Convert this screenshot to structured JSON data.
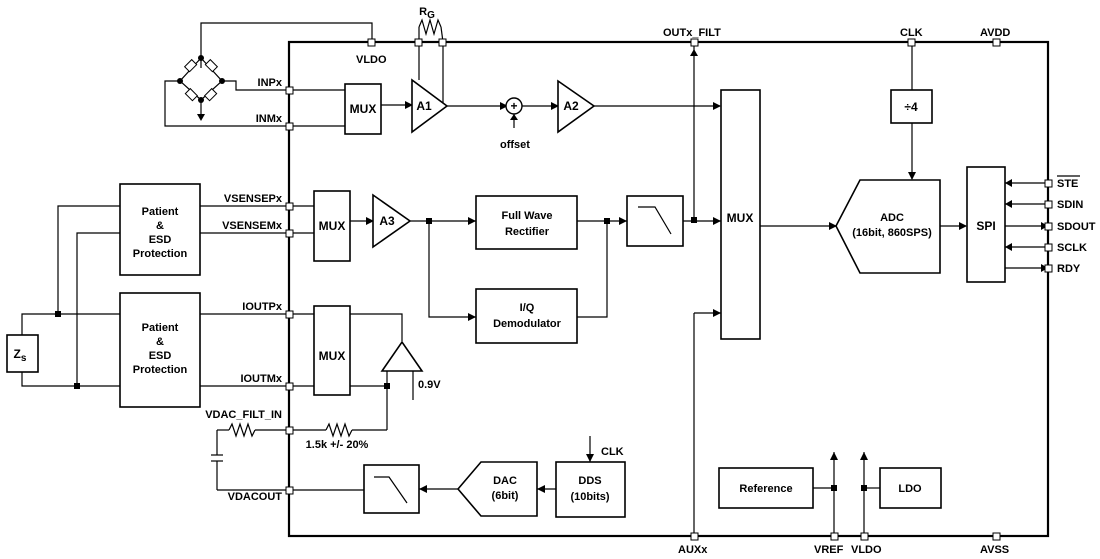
{
  "pins": {
    "vldo_top": "VLDO",
    "outx_filt": "OUTx_FILT",
    "clk_top": "CLK",
    "avdd": "AVDD",
    "inpx": "INPx",
    "inmx": "INMx",
    "vsensepx": "VSENSEPx",
    "vsensemx": "VSENSEMx",
    "ioutpx": "IOUTPx",
    "ioutmx": "IOUTMx",
    "vdac_filt_in": "VDAC_FILT_IN",
    "vdacout": "VDACOUT",
    "auxx": "AUXx",
    "vref": "VREF",
    "vldo_bottom": "VLDO",
    "avss": "AVSS",
    "ste": "STE",
    "sdin": "SDIN",
    "sdout": "SDOUT",
    "sclk": "SCLK",
    "rdy": "RDY"
  },
  "blocks": {
    "mux": "MUX",
    "a1": "A1",
    "a2": "A2",
    "a3": "A3",
    "offset": "offset",
    "rg_main": "R",
    "rg_sub": "G",
    "full_wave_line1": "Full Wave",
    "full_wave_line2": "Rectifier",
    "iq_line1": "I/Q",
    "iq_line2": "Demodulator",
    "main_mux": "MUX",
    "div4": "÷4",
    "adc_line1": "ADC",
    "adc_line2": "(16bit, 860SPS)",
    "spi": "SPI",
    "protection_line1": "Patient",
    "protection_line2": "&",
    "protection_line3": "ESD",
    "protection_line4": "Protection",
    "buffer_ref": "0.9V",
    "resistor_value": "1.5k +/- 20%",
    "dac_line1": "DAC",
    "dac_line2": "(6bit)",
    "dds_line1": "DDS",
    "dds_line2": "(10bits)",
    "dds_clk": "CLK",
    "reference": "Reference",
    "ldo": "LDO",
    "zs_main": "Z",
    "zs_sub": "s"
  }
}
